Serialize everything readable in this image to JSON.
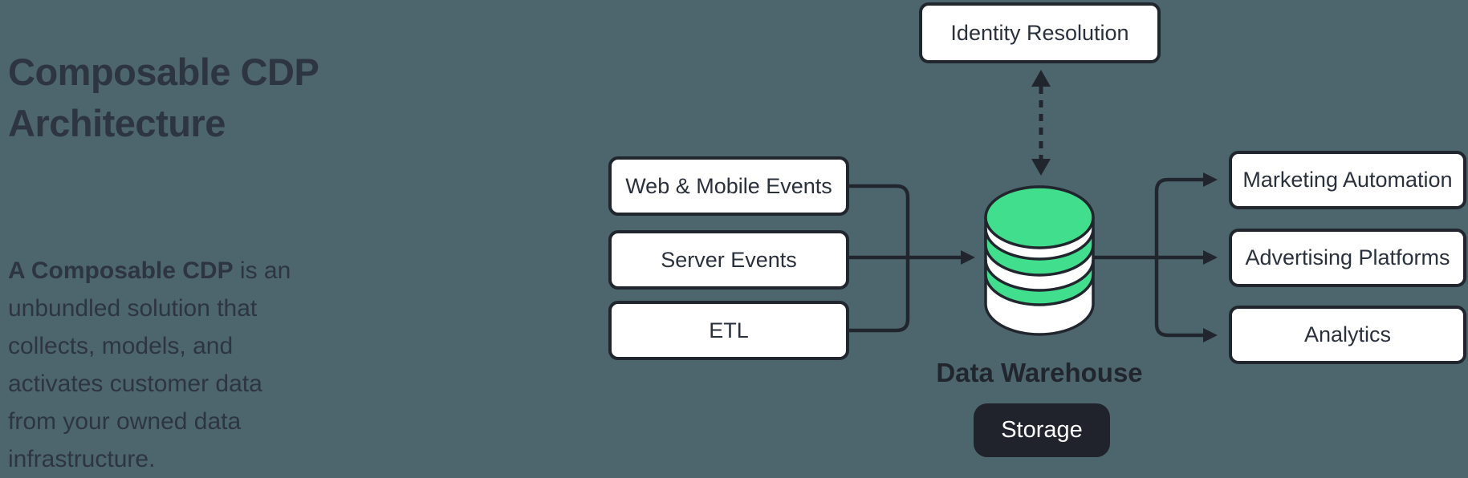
{
  "colors": {
    "background": "#4d666d",
    "outline": "#21262e",
    "box_fill": "#ffffff",
    "node_text": "#2a313c",
    "text_dark": "#2d3541",
    "accent_green": "#41df8d",
    "storage_bg": "#20232b",
    "storage_text": "#ffffff"
  },
  "intro": {
    "title": "Composable CDP Architecture",
    "description": {
      "lead": "A Composable CDP",
      "lead_suffix": " is an",
      "lines": [
        "unbundled solution that",
        "collects, models, and",
        "activates customer data",
        "from your owned data",
        "infrastructure."
      ]
    }
  },
  "diagram": {
    "identity_box": {
      "label": "Identity Resolution"
    },
    "sources": [
      {
        "label": "Web & Mobile Events"
      },
      {
        "label": "Server Events"
      },
      {
        "label": "ETL"
      }
    ],
    "warehouse": {
      "label": "Data Warehouse",
      "storage_label": "Storage",
      "icon": "database-cylinder-icon"
    },
    "destinations": [
      {
        "label": "Marketing Automation"
      },
      {
        "label": "Advertising Platforms"
      },
      {
        "label": "Analytics"
      }
    ]
  }
}
